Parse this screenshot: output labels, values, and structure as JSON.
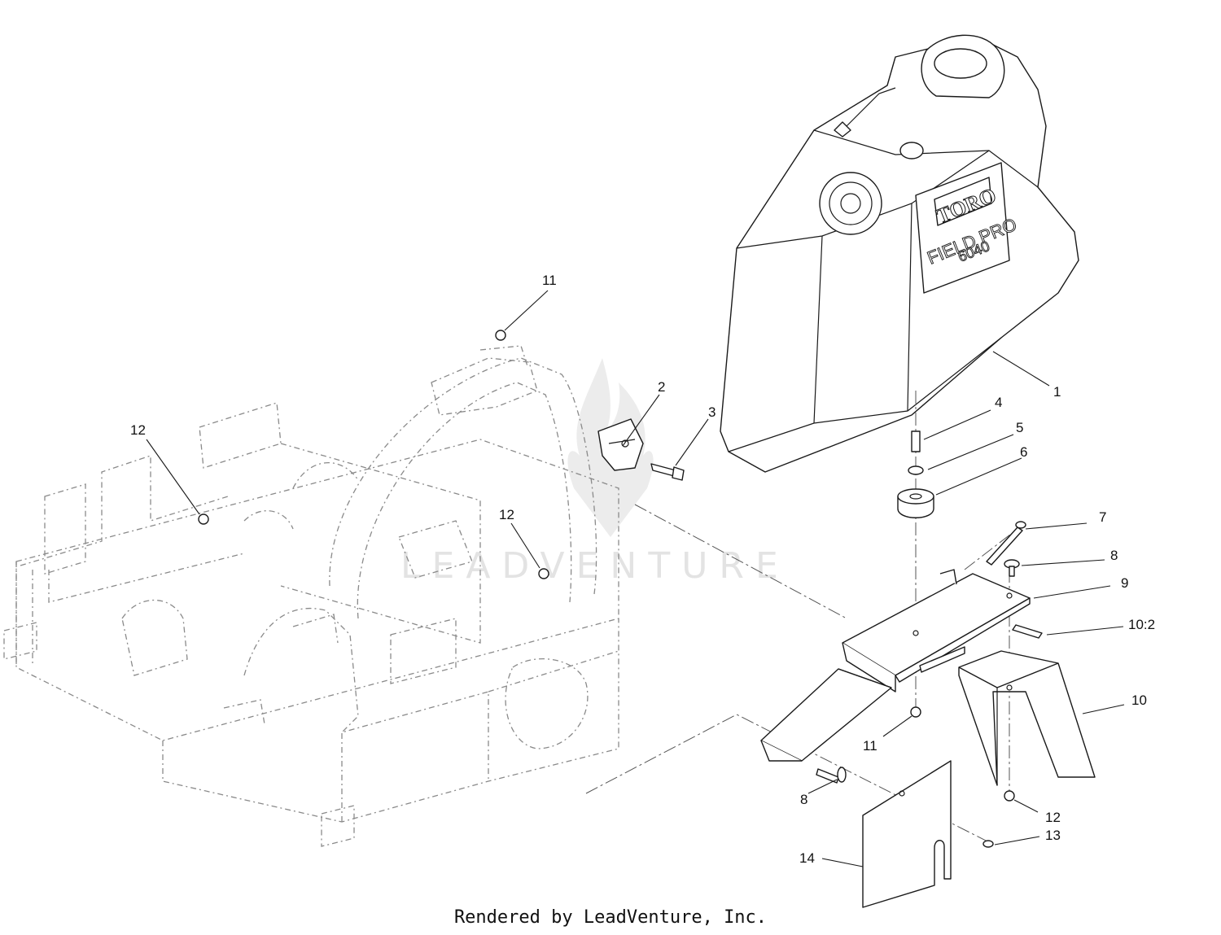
{
  "diagram": {
    "callouts": [
      "1",
      "2",
      "3",
      "4",
      "5",
      "6",
      "7",
      "8",
      "9",
      "10:2",
      "10",
      "11",
      "11",
      "12",
      "12",
      "12",
      "13",
      "14",
      "8"
    ],
    "logo_brand": "TORO",
    "logo_product": "FIELD PRO",
    "logo_model": "6040",
    "watermark": "LEADVENTURE"
  },
  "footer": {
    "text": "Rendered by LeadVenture, Inc."
  }
}
